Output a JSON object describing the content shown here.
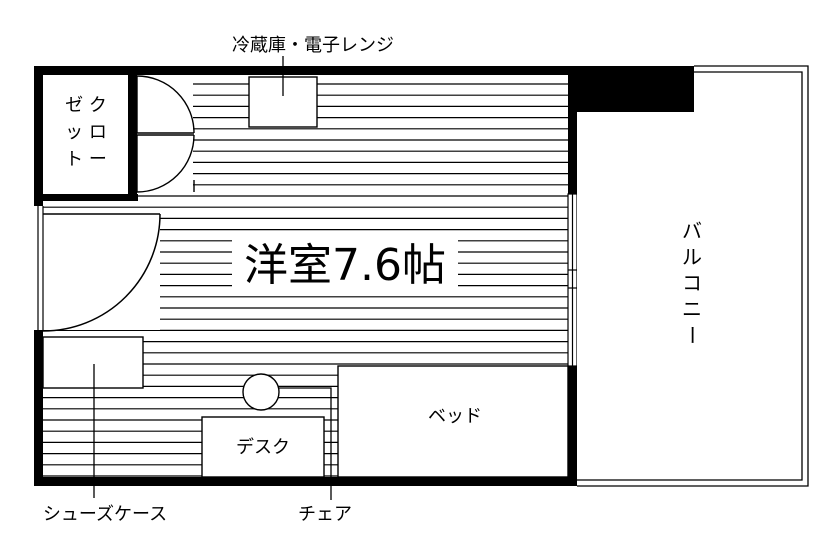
{
  "room": {
    "title": "洋室7.6帖"
  },
  "labels": {
    "fridge": "冷蔵庫・電子レンジ",
    "closet": [
      "ゼク",
      "ット",
      "ロ",
      "ト",
      "|"
    ],
    "closet_text": "ゼクロ\nット|\nト",
    "balcony": [
      "バ",
      "ル",
      "コ",
      "ニ",
      "|"
    ],
    "bed": "ベッド",
    "desk": "デスク",
    "shoe_case": "シューズケース",
    "chair": "チェア"
  },
  "colors": {
    "line": "#000000",
    "background": "#ffffff"
  }
}
